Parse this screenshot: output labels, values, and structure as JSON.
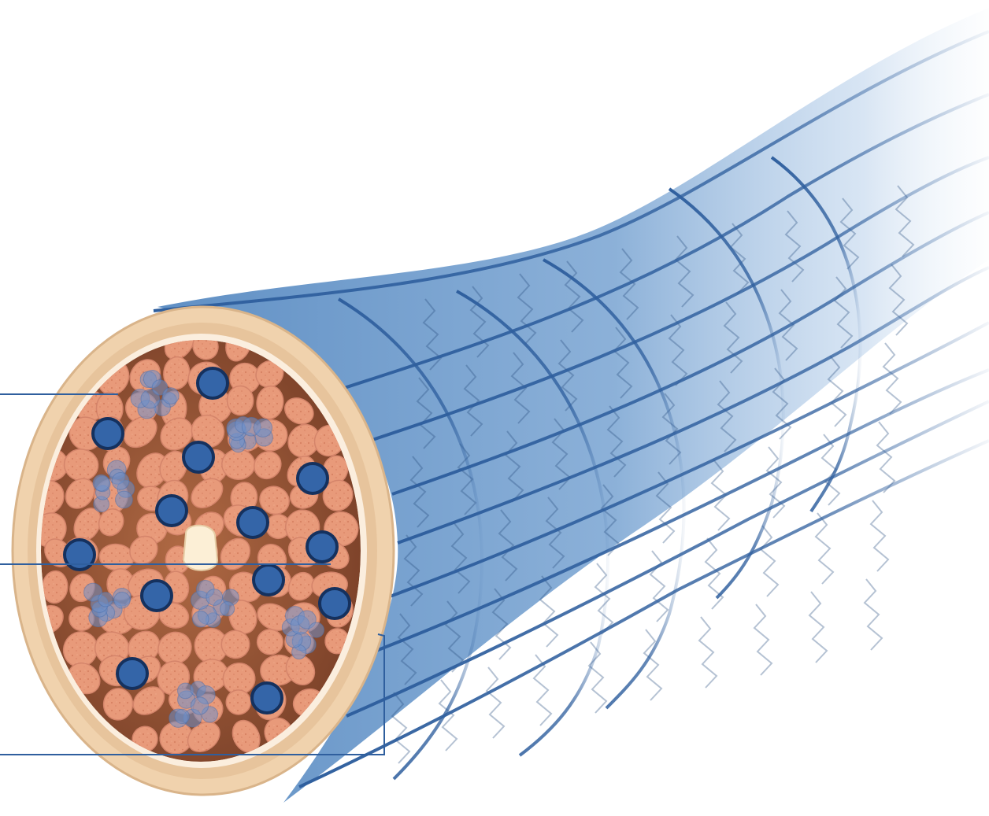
{
  "diagram": {
    "subject": "fiber-cross-section-with-coating",
    "colors": {
      "background": "#ffffff",
      "coating_blue": "#7fa8d4",
      "coating_blue_dark": "#2f5f9e",
      "grid_line": "#2f5f9e",
      "rim_cream": "#f0d2ad",
      "rim_inner": "#fbeede",
      "interior_brown": "#9a5a3a",
      "fiber_pink": "#e89a7a",
      "fiber_speckle": "#c96f52",
      "marker_fill": "#3465a8",
      "marker_stroke": "#15315e",
      "cluster_fill": "#6f8fc9",
      "core_fill": "#fcefd6",
      "leader_line": "#2f5f9e"
    },
    "leader_lines": [
      {
        "name": "leader-line-top"
      },
      {
        "name": "leader-line-middle"
      },
      {
        "name": "leader-line-bottom"
      }
    ]
  }
}
